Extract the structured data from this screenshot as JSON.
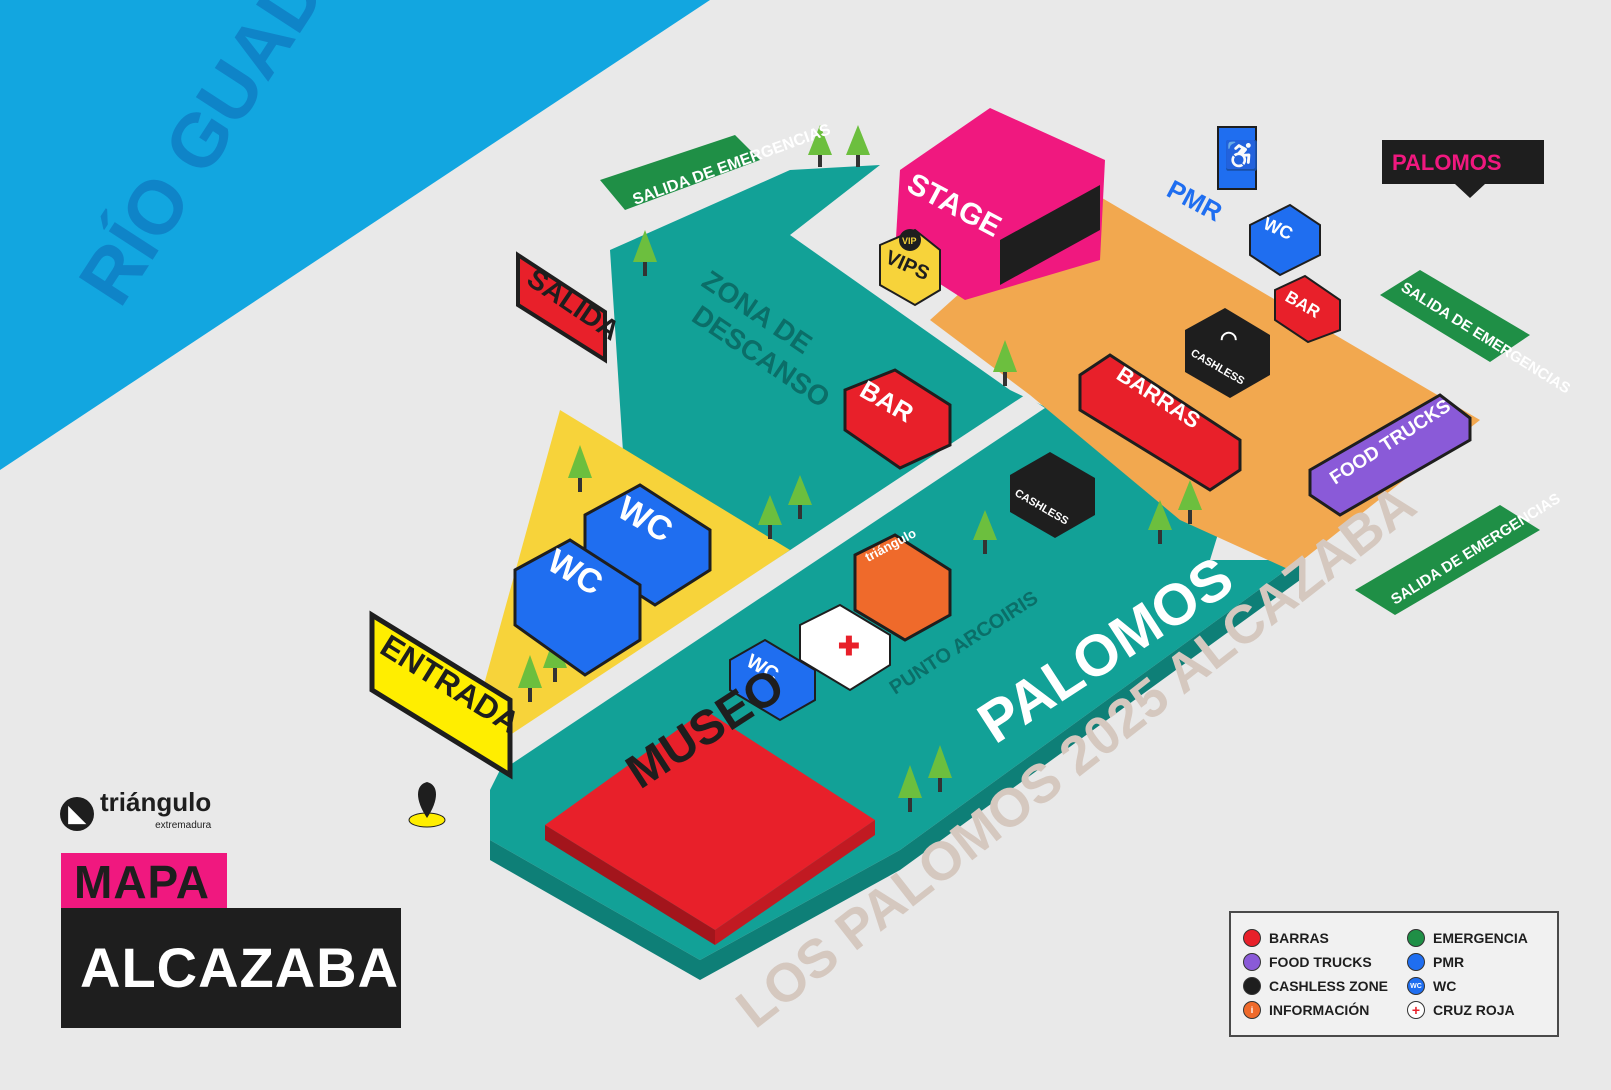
{
  "map": {
    "title_small": "MAPA",
    "title_large": "ALCAZABA",
    "river": "RÍO GUADIANA",
    "watermark": "LOS PALOMOS 2025 ALCAZABA",
    "festival_logo_text": "PALOMOS",
    "sponsor": {
      "name": "triángulo",
      "subtitle": "extremadura"
    }
  },
  "zones": {
    "entrance": "ENTRADA",
    "exit": "SALIDA",
    "emergency_exit_1": "SALIDA DE EMERGENCIAS",
    "emergency_exit_2": "SALIDA DE EMERGENCIAS",
    "emergency_exit_3": "SALIDA DE EMERGENCIAS",
    "rest_zone_line1": "ZONA DE",
    "rest_zone_line2": "DESCANSO",
    "stage": "STAGE",
    "vips": "VIPS",
    "vip_badge": "VIP",
    "pmr": "PMR",
    "bar": "BAR",
    "bar_small": "BAR",
    "barras": "BARRAS",
    "cashless_1": "CASHLESS",
    "cashless_2": "CASHLESS",
    "food_trucks": "FOOD TRUCKS",
    "wc_1": "WC",
    "wc_2": "WC",
    "wc_3": "WC",
    "wc_4": "WC",
    "punto": "PUNTO ARCOIRIS",
    "museo": "MUSEO",
    "info_brand": "triángulo"
  },
  "legend": {
    "items": [
      {
        "label": "BARRAS",
        "color": "#e8202a",
        "icon": "dot"
      },
      {
        "label": "FOOD TRUCKS",
        "color": "#8a5ad8",
        "icon": "dot"
      },
      {
        "label": "CASHLESS ZONE",
        "color": "#1e1e1e",
        "icon": "dot"
      },
      {
        "label": "INFORMACIÓN",
        "color": "#ef6a2b",
        "icon": "info",
        "glyph": "i"
      },
      {
        "label": "EMERGENCIA",
        "color": "#1f8f46",
        "icon": "dot"
      },
      {
        "label": "PMR",
        "color": "#1f6ef0",
        "icon": "dot"
      },
      {
        "label": "WC",
        "color": "#1f6ef0",
        "icon": "wc",
        "glyph": "WC"
      },
      {
        "label": "CRUZ ROJA",
        "color": "#ffffff",
        "icon": "cross",
        "glyph": "+"
      }
    ]
  },
  "colors": {
    "river": "#12a6e0",
    "teal": "#12a197",
    "orange": "#f2a84f",
    "yellow": "#f7d33a",
    "pink": "#f0187f",
    "red": "#e8202a",
    "green": "#1f8f46",
    "blue": "#1f6ef0",
    "purple": "#8a5ad8"
  }
}
